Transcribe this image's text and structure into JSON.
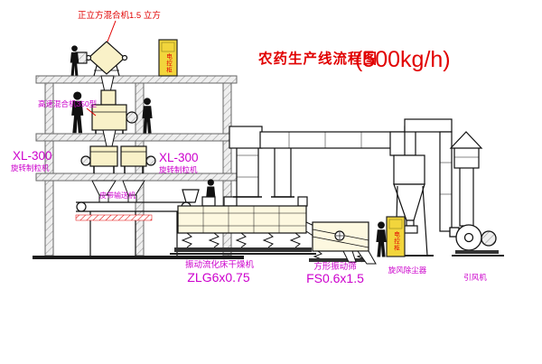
{
  "title": {
    "main": "农药生产线流程图",
    "capacity": "(500kg/h)"
  },
  "labels": {
    "cube_mixer": "正立方混合机1.5 立方",
    "high_speed_mixer": "高速混合机350型",
    "granulator_left_model": "XL-300",
    "granulator_left_name": "旋转制粒机",
    "granulator_right_model": "XL-300",
    "granulator_right_name": "旋转制粒机",
    "belt_conveyor": "皮带输送机",
    "dryer_name": "振动流化床干燥机",
    "dryer_model": "ZLG6x0.75",
    "screen_name": "方形振动筛",
    "screen_model": "FS0.6x1.5",
    "cyclone": "旋风除尘器",
    "fan": "引风机",
    "control_cabinet_upper": "电控柜",
    "control_cabinet_lower": "电控柜"
  },
  "colors": {
    "title_red": "#e10000",
    "label_magenta": "#cc00cc",
    "cabinet_yellow": "#f2d53c",
    "frame_gray": "#9a9a9a"
  }
}
